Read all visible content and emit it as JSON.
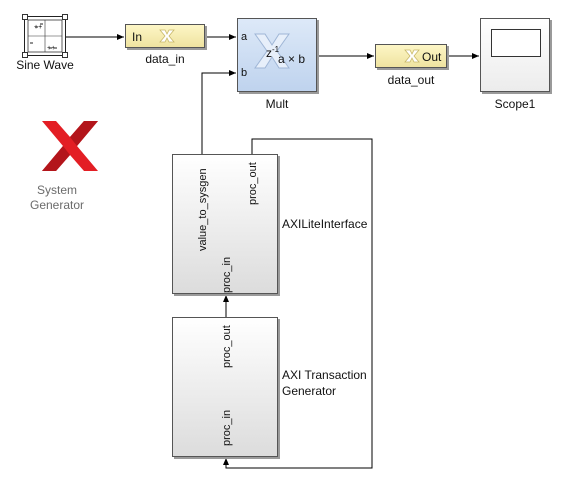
{
  "blocks": {
    "sine": {
      "label": "Sine Wave"
    },
    "gateway_in": {
      "port": "In",
      "label": "data_in"
    },
    "mult": {
      "port_a": "a",
      "port_b": "b",
      "latency": "z",
      "latency_exp": "-1",
      "expr": "a × b",
      "label": "Mult"
    },
    "gateway_out": {
      "port": "Out",
      "label": "data_out"
    },
    "scope": {
      "label": "Scope1"
    },
    "axi_lite": {
      "port_value": "value_to_sysgen",
      "port_out": "proc_out",
      "port_in": "proc_in",
      "label": "AXILiteInterface"
    },
    "axi_gen": {
      "port_out": "proc_out",
      "port_in": "proc_in",
      "label_line1": "AXI Transaction",
      "label_line2": "Generator"
    }
  },
  "logo": {
    "line1": "System",
    "line2": "Generator",
    "color": "#e31e24",
    "text_color": "#6b6b6b"
  },
  "colors": {
    "gateway_fill": "#f6eeb2",
    "mult_fill": "#cfdff3",
    "wire": "#000000"
  }
}
